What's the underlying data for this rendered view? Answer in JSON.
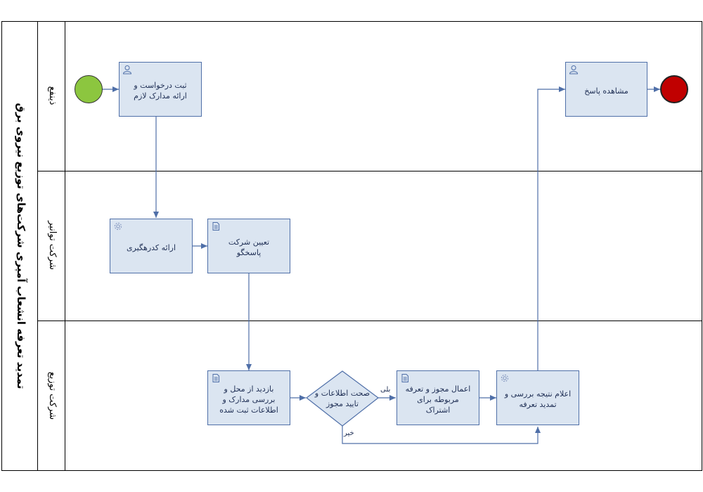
{
  "pool": {
    "title": "تمدید تعرفه انشعاب آمپری شرکت‌های توزیع نیروی برق",
    "lanes": [
      {
        "label": "ذینفع"
      },
      {
        "label": "شرکت توانیر"
      },
      {
        "label": "شرکت توزیع"
      }
    ]
  },
  "tasks": {
    "submit_request": "ثبت درخواست و ارائه مدارک لازم",
    "view_response": "مشاهده پاسخ",
    "issue_tracking": "ارائه کدرهگیری",
    "assign_company": "تعیین شرکت پاسخگو",
    "site_visit": "بازدید از محل و بررسی مدارک و اطلاعات ثبت شده",
    "apply_permit": "اعمال مجوز و تعرفه مربوطه برای اشتراک",
    "announce_result": "اعلام نتیجه بررسی و تمدید تعرفه"
  },
  "gateway": {
    "label": "صحت اطلاعات و تایید مجوز",
    "yes_label": "بلی",
    "no_label": "خیر"
  },
  "colors": {
    "start_event": "#8cc63f",
    "end_event": "#c00000",
    "task_fill": "#dbe5f1",
    "task_border": "#4f6fa8",
    "flow_line": "#4f6fa8"
  },
  "icons": {
    "submit_request": "user-icon",
    "view_response": "user-icon",
    "issue_tracking": "gear-icon",
    "assign_company": "document-icon",
    "site_visit": "document-icon",
    "apply_permit": "document-icon",
    "announce_result": "gear-icon"
  }
}
